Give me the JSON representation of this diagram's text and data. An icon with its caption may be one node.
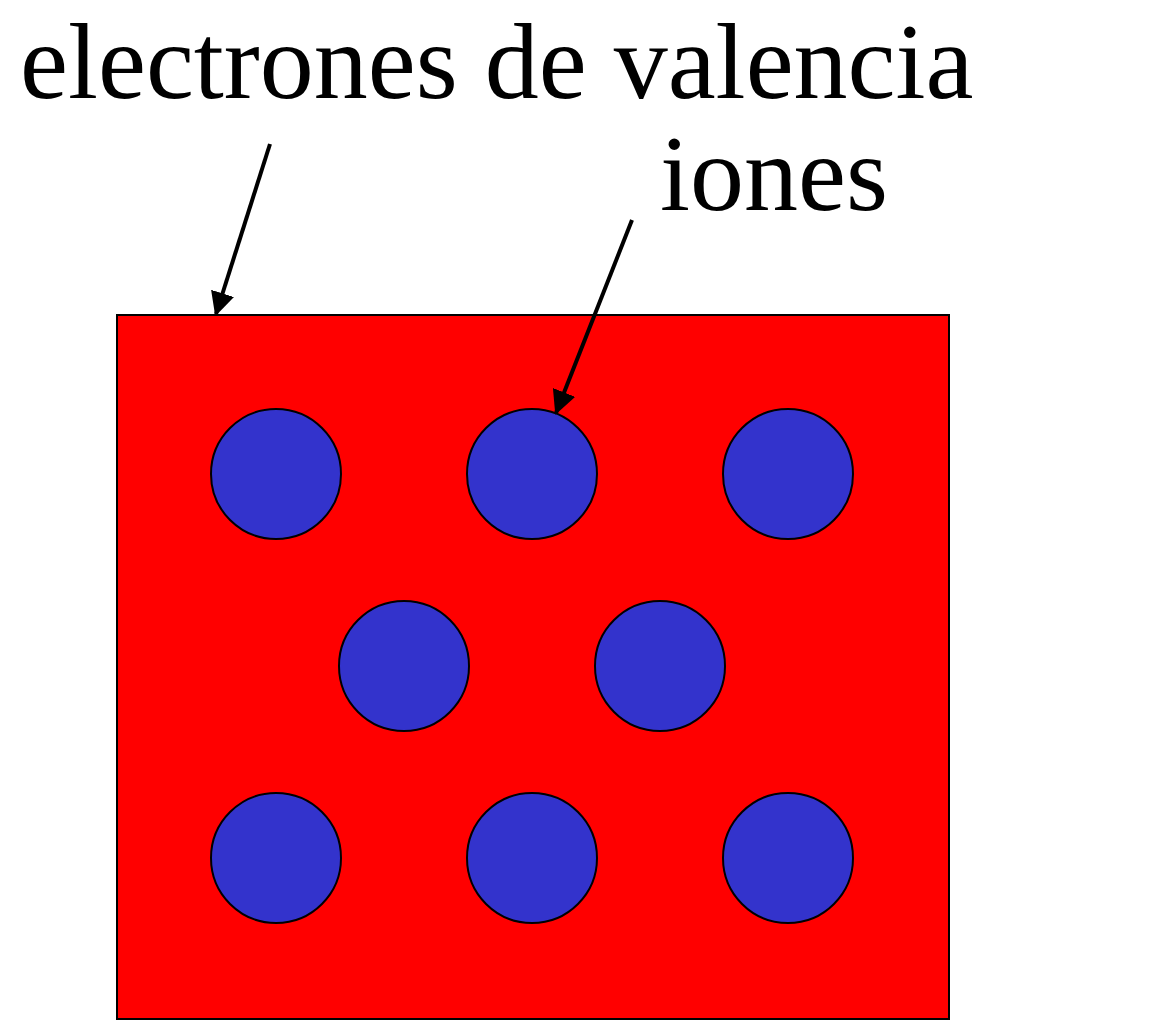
{
  "diagram": {
    "nodes": [
      {
        "text": [
          "electrones de valencia"
        ]
      },
      {
        "text": [
          "iones"
        ]
      },
      {
        "text": [],
        "shape": "box"
      },
      {
        "text": [],
        "shape": "circle",
        "in": 2
      },
      {
        "text": [],
        "shape": "circle",
        "in": 2
      },
      {
        "text": [],
        "shape": "circle",
        "in": 2
      },
      {
        "text": [],
        "shape": "circle",
        "in": 2
      },
      {
        "text": [],
        "shape": "circle",
        "in": 2
      },
      {
        "text": [],
        "shape": "circle",
        "in": 2
      },
      {
        "text": [],
        "shape": "circle",
        "in": 2
      },
      {
        "text": [],
        "shape": "circle",
        "in": 2
      }
    ],
    "edges": [
      {
        "from": 0,
        "to": 2,
        "arrow": "to"
      },
      {
        "from": 1,
        "to": 4,
        "arrow": "to"
      }
    ]
  }
}
